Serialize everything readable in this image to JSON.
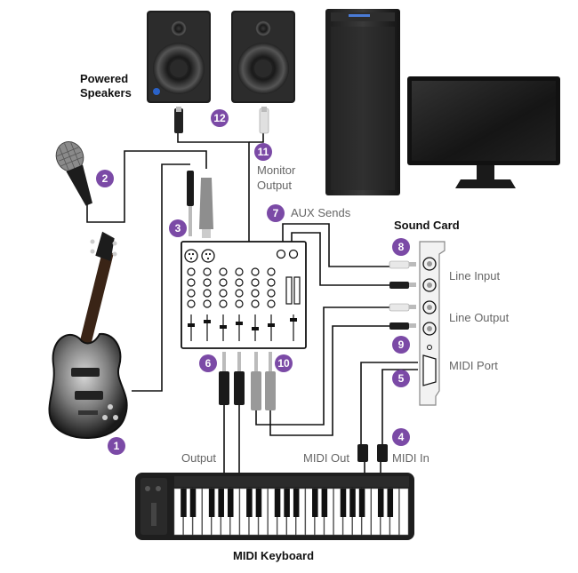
{
  "colors": {
    "badge": "#7b4aa6",
    "label_gray": "#666666",
    "cable": "#111111"
  },
  "labels": {
    "powered_speakers": [
      "Powered",
      "Speakers"
    ],
    "monitor_output": [
      "Monitor",
      "Output"
    ],
    "aux_sends": "AUX Sends",
    "sound_card": "Sound Card",
    "line_input": "Line Input",
    "line_output": "Line Output",
    "midi_port": "MIDI Port",
    "output": "Output",
    "midi_out": "MIDI Out",
    "midi_in": "MIDI In",
    "midi_keyboard": "MIDI Keyboard"
  },
  "badges": [
    "1",
    "2",
    "3",
    "4",
    "5",
    "6",
    "7",
    "8",
    "9",
    "10",
    "11",
    "12"
  ],
  "icons": [
    "speaker-icon",
    "computer-tower-icon",
    "monitor-icon",
    "microphone-icon",
    "guitar-icon",
    "mixer-icon",
    "sound-card-icon",
    "midi-keyboard-icon",
    "cable-plug-icon"
  ]
}
